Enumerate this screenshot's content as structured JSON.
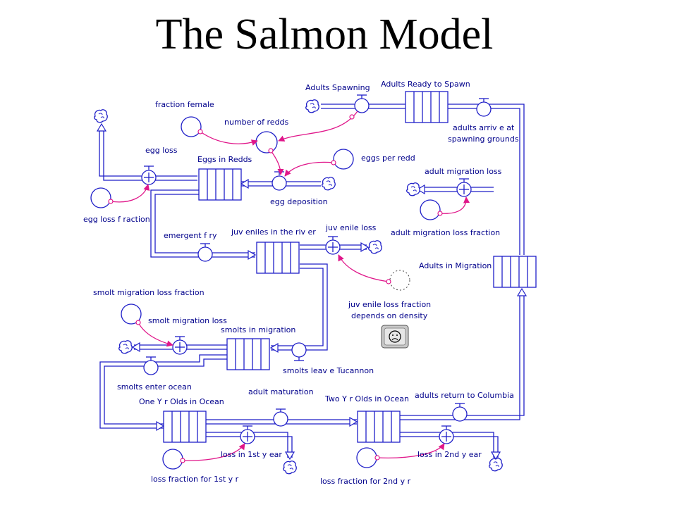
{
  "title": "The Salmon Model",
  "labels": {
    "fraction_female": "fraction female",
    "number_of_redds": "number of redds",
    "adults_spawning": "Adults Spawning",
    "adults_ready_to_spawn": "Adults Ready to Spawn",
    "adults_arrive_1": "adults arriv e at",
    "adults_arrive_2": "spawning grounds",
    "egg_loss": "egg loss",
    "eggs_in_redds": "Eggs in Redds",
    "eggs_per_redd": "eggs per redd",
    "egg_deposition": "egg deposition",
    "adult_migration_loss": "adult migration loss",
    "egg_loss_fraction": "egg loss f raction",
    "emergent_fry": "emergent f ry",
    "juveniles_in_river": "juv eniles in the riv er",
    "juvenile_loss": "juv enile loss",
    "adult_migration_loss_fraction": "adult migration loss fraction",
    "adults_in_migration": "Adults in Migration",
    "smolt_migration_loss_fraction": "smolt migration loss fraction",
    "juvenile_loss_fraction_1": "juv enile loss fraction",
    "juvenile_loss_fraction_2": "depends on density",
    "smolt_migration_loss": "smolt migration loss",
    "smolts_in_migration": "smolts in migration",
    "smolts_leave": "smolts leav e Tucannon",
    "smolts_enter_ocean": "smolts enter ocean",
    "adult_maturation": "adult maturation",
    "one_yr_olds": "One Y r Olds in Ocean",
    "two_yr_olds": "Two Y r Olds in Ocean",
    "adults_return": "adults return to Columbia",
    "loss_1st_year": "loss in 1st y ear",
    "loss_2nd_year": "loss in 2nd y ear",
    "loss_fraction_1st": "loss fraction for 1st y r",
    "loss_fraction_2nd": "loss fraction for 2nd y r"
  },
  "icons": {
    "cloud": "cloud-icon",
    "frown_button": "frown-face-icon"
  },
  "colors": {
    "flow": "#1f1fc8",
    "link": "#e0168a",
    "label": "#00008b"
  }
}
